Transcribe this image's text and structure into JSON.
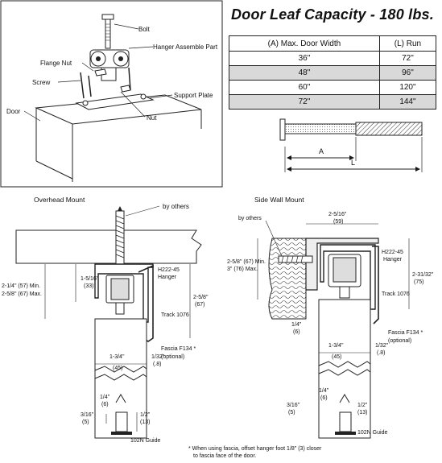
{
  "title": "Door Leaf Capacity - 180 lbs.",
  "table": {
    "headers": [
      "(A) Max. Door Width",
      "(L) Run"
    ],
    "rows": [
      [
        "36\"",
        "72\""
      ],
      [
        "48\"",
        "96\""
      ],
      [
        "60\"",
        "120\""
      ],
      [
        "72\"",
        "144\""
      ]
    ]
  },
  "exploded": {
    "bolt": "Bolt",
    "hanger": "Hanger Assemble Part",
    "flange_nut": "Flange Nut",
    "screw": "Screw",
    "support_plate": "Support Plate",
    "door": "Door",
    "nut": "Nut"
  },
  "run": {
    "a": "A",
    "l": "L"
  },
  "overhead": {
    "title": "Overhead Mount",
    "by_others": "by others",
    "dim_1_5_16": "1-5/16\"",
    "dim_33": "(33)",
    "dim_min": "2-1/4\" (57) Min.",
    "dim_max": "2-5/8\" (67) Max.",
    "hanger": "H222-45",
    "hanger2": "Hanger",
    "dim_2_5_8": "2-5/8\"",
    "dim_67": "(67)",
    "track": "Track 1076",
    "fascia": "Fascia F134 *",
    "optional": "(optional)",
    "dim_1_3_4": "1-3/4\"",
    "dim_45": "(45)",
    "dim_1_32": "1/32\"",
    "dim_08": "(.8)",
    "dim_1_4": "1/4\"",
    "dim_6": "(6)",
    "dim_3_16": "3/16\"",
    "dim_5": "(5)",
    "dim_1_2": "1/2\"",
    "dim_13": "(13)",
    "guide": "102N Guide"
  },
  "sidewall": {
    "title": "Side Wall Mount",
    "by_others": "by others",
    "dim_2_5_16": "2-5/16\"",
    "dim_59": "(59)",
    "dim_min": "2-5/8\" (67) Min.",
    "dim_max": "3\" (76) Max.",
    "hanger": "H222-45",
    "hanger2": "Hanger",
    "dim_2_31_32": "2-31/32\"",
    "dim_75": "(75)",
    "track": "Track 1076",
    "dim_1_4": "1/4\"",
    "dim_6": "(6)",
    "fascia": "Fascia F134 *",
    "optional": "(optional)",
    "dim_1_3_4": "1-3/4\"",
    "dim_45": "(45)",
    "dim_1_32": "1/32\"",
    "dim_08": "(.8)",
    "dim_1_4b": "1/4\"",
    "dim_6b": "(6)",
    "dim_3_16": "3/16\"",
    "dim_5": "(5)",
    "dim_1_2": "1/2\"",
    "dim_13": "(13)",
    "guide": "102N Guide"
  },
  "footnote": {
    "line1": "* When using fascia, offset hanger foot 1/8\" (3) closer",
    "line2": "to fascia face of the door."
  }
}
